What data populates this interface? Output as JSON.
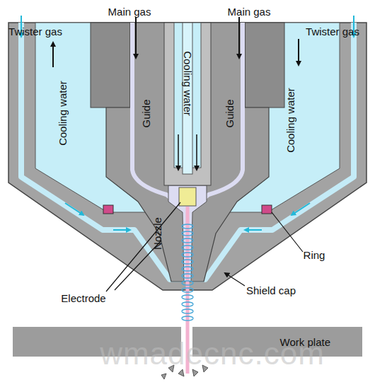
{
  "diagram": {
    "nodes": [
      {
        "text": [
          "Guide"
        ]
      },
      {
        "text": [
          "Guide"
        ]
      },
      {
        "text": [
          "Work plate"
        ]
      }
    ],
    "labels": [
      "Main gas",
      "Main gas",
      "Twister gas",
      "Twister gas",
      "Cooling water",
      "Cooling water",
      "Cooling water",
      "Nozzle",
      "Electrode",
      "Ring",
      "Shield cap",
      "wmadecnc.com"
    ]
  }
}
